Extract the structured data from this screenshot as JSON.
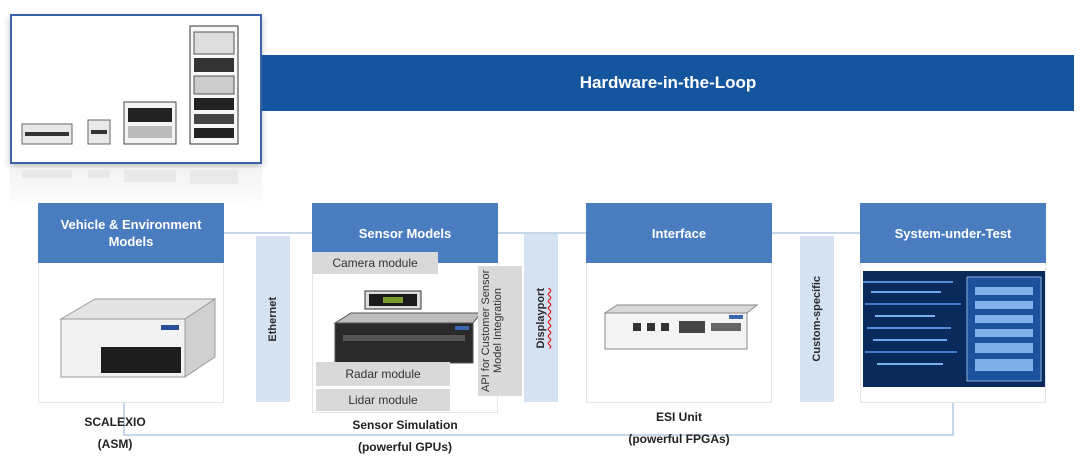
{
  "banner": {
    "title": "Hardware-in-the-Loop"
  },
  "cards": {
    "vehicle": {
      "title": "Vehicle & Environment Models"
    },
    "sensor": {
      "title": "Sensor Models"
    },
    "interface": {
      "title": "Interface"
    },
    "sut": {
      "title": "System-under-Test"
    }
  },
  "links": {
    "ethernet": "Ethernet",
    "displayport": "Displayport",
    "custom": "Custom-specific",
    "api": "API for Customer Sensor Model Integration"
  },
  "sensor_modules": {
    "camera": "Camera module",
    "radar": "Radar module",
    "lidar": "Lidar module"
  },
  "captions": {
    "scalexio_line1": "SCALEXIO",
    "scalexio_line2": "(ASM)",
    "sensor_line1": "Sensor Simulation",
    "sensor_line2": "(powerful GPUs)",
    "esi_line1": "ESI Unit",
    "esi_line2": "(powerful FPGAs)"
  },
  "colors": {
    "banner": "#14559e",
    "card_header": "#4a7cc0",
    "link_bar": "#d5e2f2",
    "module_label": "#d9d9d9"
  }
}
